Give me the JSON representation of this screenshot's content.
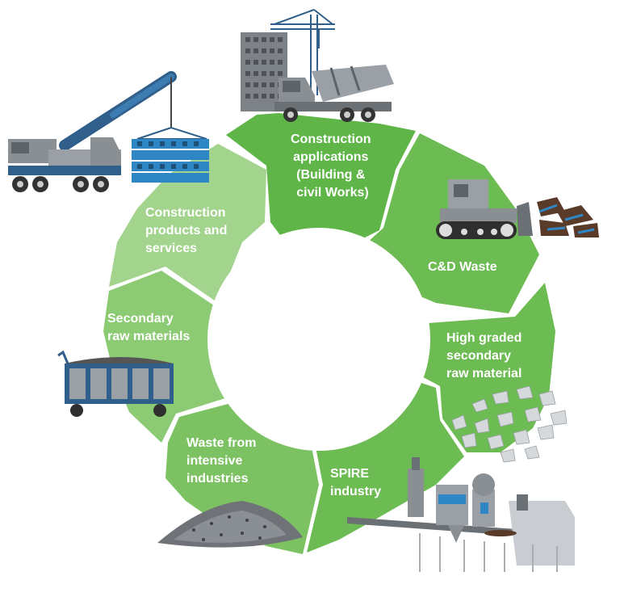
{
  "colors": {
    "segment_dark": "#5fb548",
    "segment_mid": "#7cc263",
    "segment_light": "#9fd28a",
    "label_text": "#ffffff",
    "machine_grey": "#8a8f93",
    "machine_blue": "#2f5f8a",
    "accent_blue": "#2f86c5"
  },
  "cycle": {
    "segments": [
      {
        "id": "construction-applications",
        "lines": [
          "Construction",
          "applications",
          "(Building &",
          "civil Works)"
        ],
        "icon": "crane-and-mixer-truck-icon"
      },
      {
        "id": "cd-waste",
        "lines": [
          "C&D Waste"
        ],
        "icon": "bulldozer-icon"
      },
      {
        "id": "high-graded-srm",
        "lines": [
          "High graded",
          "secondary",
          "raw material"
        ],
        "icon": "crushed-material-icon"
      },
      {
        "id": "spire-industry",
        "lines": [
          "SPIRE",
          "industry"
        ],
        "icon": "industrial-plant-icon"
      },
      {
        "id": "waste-intensive",
        "lines": [
          "Waste from",
          "intensive",
          "industries"
        ],
        "icon": "waste-pile-icon"
      },
      {
        "id": "secondary-raw",
        "lines": [
          "Secondary",
          "raw materials"
        ],
        "icon": "mining-cart-icon"
      },
      {
        "id": "construction-products",
        "lines": [
          "Construction",
          "products and",
          "services"
        ],
        "icon": "mobile-crane-icon"
      }
    ]
  }
}
